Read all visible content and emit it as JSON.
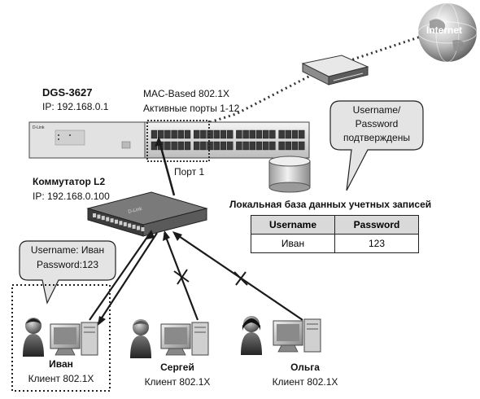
{
  "title": "",
  "internet": {
    "label": "Internet"
  },
  "core_switch": {
    "name": "DGS-3627",
    "ip": "IP: 192.168.0.1"
  },
  "auth_info": {
    "mode": "MAC-Based  802.1X",
    "active_ports": "Активные порты 1-12"
  },
  "port_label": "Порт 1",
  "access_switch": {
    "name": "Коммутатор L2",
    "ip": "IP: 192.168.0.100"
  },
  "confirm_bubble": {
    "lines": [
      "Username/",
      "Password",
      "подтверждены"
    ]
  },
  "client_bubble": {
    "lines": [
      "Username: Иван",
      "Password:123"
    ]
  },
  "database": {
    "title": "Локальная база данных учетных записей",
    "columns": [
      "Username",
      "Password"
    ],
    "rows": [
      [
        "Иван",
        "123"
      ]
    ]
  },
  "clients": [
    {
      "name": "Иван",
      "role": "Клиент 802.1X",
      "status": "authorized"
    },
    {
      "name": "Сергей",
      "role": "Клиент 802.1X",
      "status": "blocked"
    },
    {
      "name": "Ольга",
      "role": "Клиент 802.1X",
      "status": "blocked"
    }
  ],
  "colors": {
    "link": "#1a1a1a",
    "blocked_link": "#2a2a2a",
    "dotted_uplink": "#333333",
    "switch_body": "#e6e6e6",
    "table_header": "#d9d9d9"
  }
}
